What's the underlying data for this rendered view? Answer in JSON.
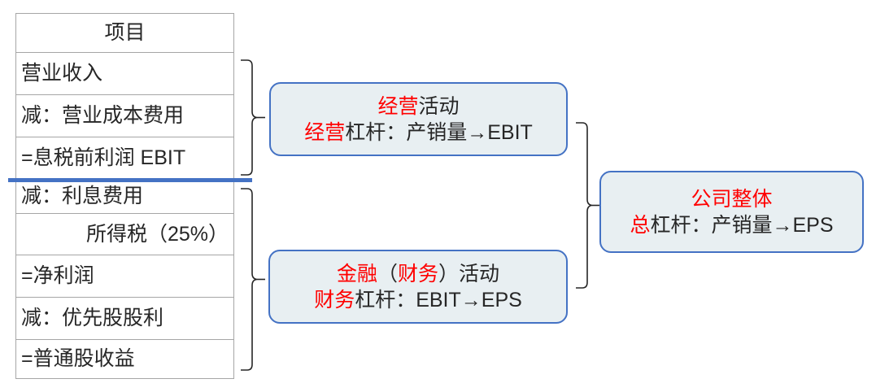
{
  "diagram": {
    "title_hidden": "",
    "accent_color": "#4472c4",
    "highlight_color": "#ff0000",
    "box_fill": "#e8eff2",
    "text_color": "#262626"
  },
  "table": {
    "header": "项目",
    "rows": [
      {
        "label": "营业收入",
        "style": "normal"
      },
      {
        "label": "减：营业成本费用",
        "style": "normal"
      },
      {
        "label": "=息税前利润 EBIT",
        "style": "ebit"
      },
      {
        "label": "减：利息费用",
        "style": "short"
      },
      {
        "label": "所得税（25%）",
        "style": "indent"
      },
      {
        "label": "=净利润",
        "style": "normal"
      },
      {
        "label": "减：优先股股利",
        "style": "normal"
      },
      {
        "label": "=普通股收益",
        "style": "last"
      }
    ]
  },
  "boxes": {
    "operating": {
      "line1_red": "经营",
      "line1_rest": "活动",
      "line2_red": "经营",
      "line2_rest": "杠杆：产销量→EBIT"
    },
    "financial": {
      "line1_a_red": "金融",
      "line1_b": "（",
      "line1_c_red": "财务",
      "line1_d": "）活动",
      "line2_red": "财务",
      "line2_rest": "杠杆：EBIT→EPS"
    },
    "total": {
      "line1_red": "公司整体",
      "line2_red": "总",
      "line2_rest": "杠杆：产销量→EPS"
    }
  }
}
